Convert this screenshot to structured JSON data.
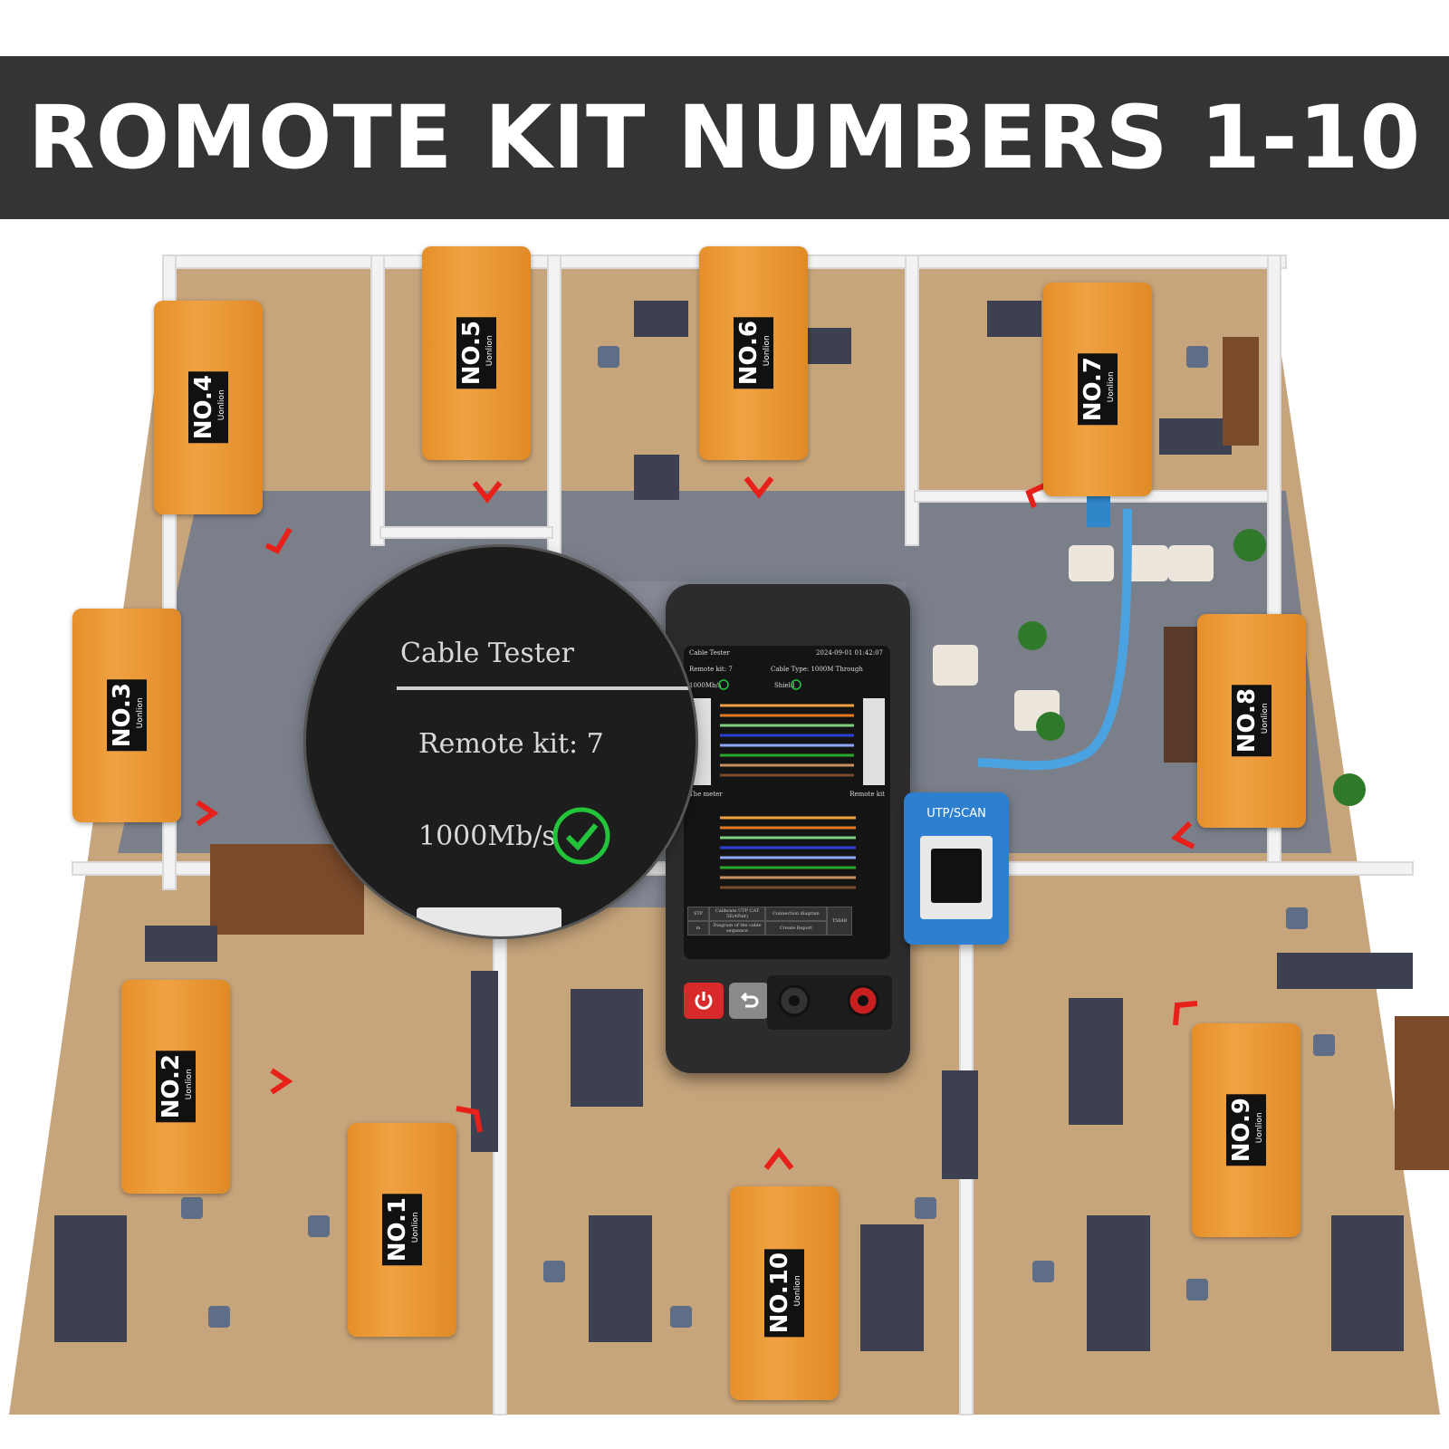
{
  "banner": {
    "title": "ROMOTE KIT NUMBERS 1-10"
  },
  "kits": [
    {
      "label": "NO.1",
      "brand": "Uonlion"
    },
    {
      "label": "NO.2",
      "brand": "Uonlion"
    },
    {
      "label": "NO.3",
      "brand": "Uonlion"
    },
    {
      "label": "NO.4",
      "brand": "Uonlion"
    },
    {
      "label": "NO.5",
      "brand": "Uonlion"
    },
    {
      "label": "NO.6",
      "brand": "Uonlion"
    },
    {
      "label": "NO.7",
      "brand": "Uonlion"
    },
    {
      "label": "NO.8",
      "brand": "Uonlion"
    },
    {
      "label": "NO.9",
      "brand": "Uonlion"
    },
    {
      "label": "NO.10",
      "brand": "Uonlion"
    }
  ],
  "zoom": {
    "title": "Cable Tester",
    "remote_kit": "Remote kit:  7",
    "speed": "1000Mb/s"
  },
  "tester_screen": {
    "title": "Cable Tester",
    "datetime": "2024-09-01 01:42:07",
    "remote_kit": "Remote kit:  7",
    "cable_type": "Cable Type:  1000M Through",
    "speed": "1000Mb/s",
    "shield": "Shield",
    "meter_label": "The meter",
    "remote_label": "Remote kit",
    "buttons": {
      "stp": "STP",
      "calibrate": "Calibrate UTP CAT 5E(4Pair)",
      "connection": "Connection diagram",
      "t568b": "T568B",
      "m": "m",
      "diagram": "Diagram of the cable sequence",
      "report": "Create Report"
    }
  },
  "scanner": {
    "label": "UTP/SCAN"
  },
  "colors": {
    "banner_bg": "#343434",
    "kit_orange": "#eb9534",
    "arrow_red": "#e8201a",
    "scanner_blue": "#2d7fd0",
    "check_green": "#22c43a"
  }
}
